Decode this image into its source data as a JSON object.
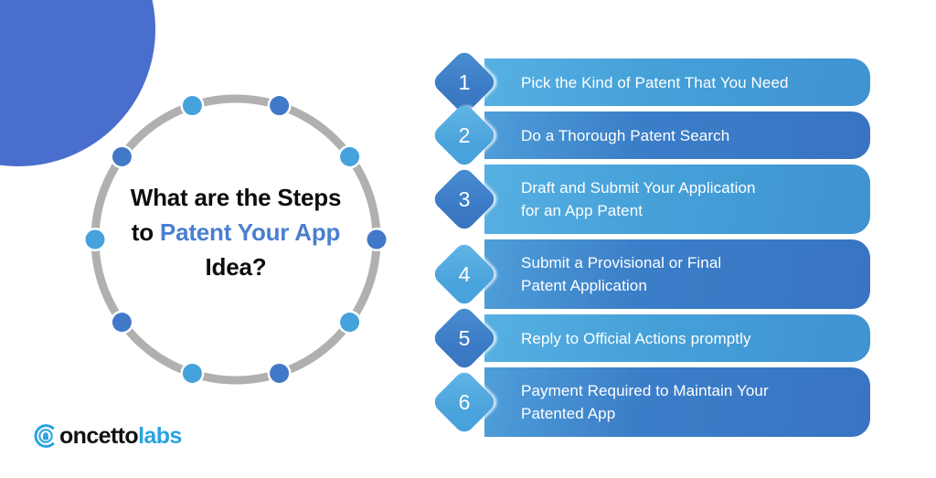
{
  "colors": {
    "background": "#ffffff",
    "deco_circle": "#4a6ecd",
    "ring_track": "#b0b0b0",
    "dot_dark": "#4278c8",
    "dot_light": "#45a2dc",
    "bar_light": "#48a4da",
    "bar_dark": "#3a79c4",
    "title_text": "#0d0d0d",
    "title_accent": "#4a7fd0",
    "step_text": "#ffffff",
    "logo_dark": "#111111",
    "logo_blue": "#29a3e0"
  },
  "headline": {
    "line1": "What are the Steps",
    "line2_prefix": "to ",
    "line2_accent": "Patent Your App",
    "line3": "Idea?"
  },
  "ring": {
    "dot_count": 10,
    "dot_colors": [
      "dark",
      "light",
      "dark",
      "light",
      "dark",
      "light",
      "dark",
      "light",
      "dark",
      "light"
    ]
  },
  "steps": [
    {
      "number": "1",
      "label": "Pick the Kind of Patent That You Need",
      "diamond": "dark",
      "bar": "light",
      "lines": 1
    },
    {
      "number": "2",
      "label": "Do a Thorough Patent Search",
      "diamond": "light",
      "bar": "dark",
      "lines": 1
    },
    {
      "number": "3",
      "label": "Draft and Submit Your Application\nfor an App Patent",
      "diamond": "dark",
      "bar": "light",
      "lines": 2
    },
    {
      "number": "4",
      "label": "Submit a Provisional or Final\nPatent Application",
      "diamond": "light",
      "bar": "dark",
      "lines": 2
    },
    {
      "number": "5",
      "label": "Reply to Official Actions promptly",
      "diamond": "dark",
      "bar": "light",
      "lines": 1
    },
    {
      "number": "6",
      "label": "Payment Required to Maintain Your\nPatented App",
      "diamond": "light",
      "bar": "dark",
      "lines": 2
    }
  ],
  "logo": {
    "name_part1": "oncetto",
    "name_part2": "labs",
    "mark": "concetto-c-mark"
  }
}
